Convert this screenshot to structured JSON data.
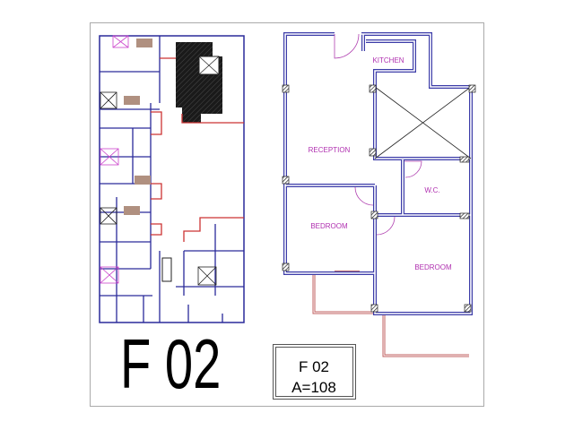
{
  "sheet": {
    "title": "F 02",
    "label_box": {
      "unit": "F 02",
      "area": "A=108"
    }
  },
  "plan": {
    "rooms": [
      {
        "id": "reception",
        "label": "RECEPTION"
      },
      {
        "id": "kitchen",
        "label": "KITCHEN"
      },
      {
        "id": "wc",
        "label": "W.C."
      },
      {
        "id": "bedroom1",
        "label": "BEDROOM"
      },
      {
        "id": "bedroom2",
        "label": "BEDROOM"
      }
    ]
  },
  "colors": {
    "wall": "#3c3ca8",
    "balcony": "#c06060",
    "label": "#b030b0",
    "frame": "#aaaaaa"
  }
}
